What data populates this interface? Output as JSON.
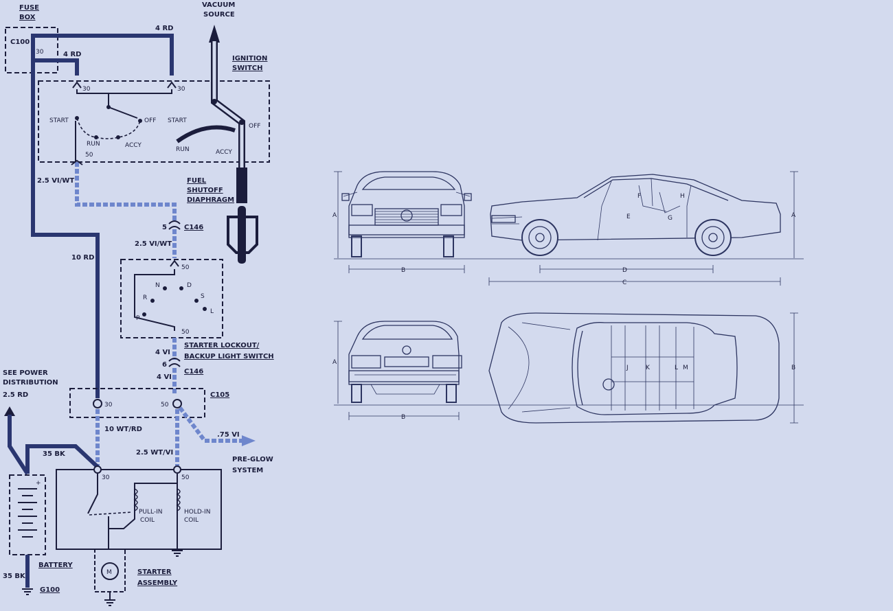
{
  "wiring": {
    "fuse_box_1": "FUSE",
    "fuse_box_2": "BOX",
    "c100": "C100",
    "terminal_30": "30",
    "wire_4rd": "4 RD",
    "vacuum_1": "VACUUM",
    "vacuum_2": "SOURCE",
    "ignition_1": "IGNITION",
    "ignition_2": "SWITCH",
    "pos_start": "START",
    "pos_off": "OFF",
    "pos_run": "RUN",
    "pos_accy": "ACCY",
    "terminal_50": "50",
    "wire_25viwt": "2.5 VI/WT",
    "fuel_1": "FUEL",
    "fuel_2": "SHUTOFF",
    "fuel_3": "DIAPHRAGM",
    "pin_5": "5",
    "c146": "C146",
    "wire_10rd": "10 RD",
    "lockout_1": "STARTER LOCKOUT/",
    "lockout_2": "BACKUP LIGHT SWITCH",
    "gear_r": "R",
    "gear_n": "N",
    "gear_d": "D",
    "gear_p": "P",
    "gear_s": "S",
    "gear_l": "L",
    "wire_4vi": "4 VI",
    "pin_6": "6",
    "see_power_1": "SEE POWER",
    "see_power_2": "DISTRIBUTION",
    "wire_25rd": "2.5 RD",
    "c105": "C105",
    "wire_10wtrd": "10 WT/RD",
    "wire_75vi": ".75 VI",
    "preglow_1": "PRE-GLOW",
    "preglow_2": "SYSTEM",
    "wire_35bk": "35 BK",
    "wire_25wtvi": "2.5 WT/VI",
    "pullin_1": "PULL-IN",
    "pullin_2": "COIL",
    "holdin_1": "HOLD-IN",
    "holdin_2": "COIL",
    "motor": "M",
    "battery": "BATTERY",
    "plus": "+",
    "starter_1": "STARTER",
    "starter_2": "ASSEMBLY",
    "g100": "G100"
  },
  "blueprint": {
    "dim_a": "A",
    "dim_b": "B",
    "dim_c": "C",
    "dim_d": "D",
    "mark_e": "E",
    "mark_f": "F",
    "mark_g": "G",
    "mark_h": "H",
    "mark_j": "J",
    "mark_k": "K",
    "mark_l": "L",
    "mark_m": "M"
  },
  "colors": {
    "background": "#d3daee",
    "ink": "#1b1d3c",
    "heavy_wire": "#2a3670",
    "light_wire": "#6e86cc"
  }
}
